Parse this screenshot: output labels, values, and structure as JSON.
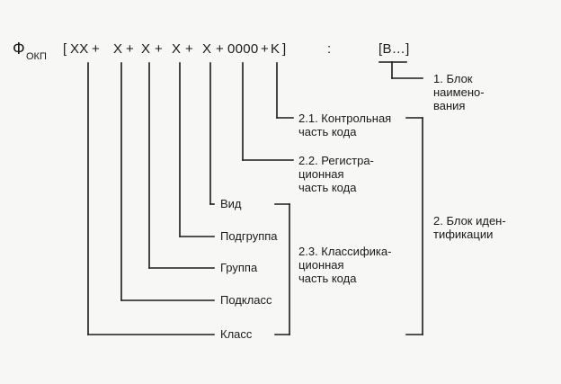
{
  "formula": {
    "symbol": "Ф",
    "subscript": "ОКП",
    "open_bracket": "[",
    "parts": [
      "XX",
      "X",
      "X",
      "X",
      "X",
      "0000",
      "K"
    ],
    "plus": "+",
    "close_bracket": "]",
    "colon": ":",
    "name_part": "[В…]"
  },
  "labels": {
    "vid": "Вид",
    "podgruppa": "Подгруппа",
    "gruppa": "Группа",
    "podklass": "Подкласс",
    "klass": "Класс"
  },
  "blocks": {
    "control": "2.1. Контрольная\n       часть кода",
    "registration": "2.2. Регистра-\n       ционная\n       часть кода",
    "classification": "2.3. Классифика-\n       ционная\n       часть кода",
    "identification": "2. Блок иден-\n    тификации",
    "naming": "1. Блок\n    наимено-\n    вания"
  }
}
